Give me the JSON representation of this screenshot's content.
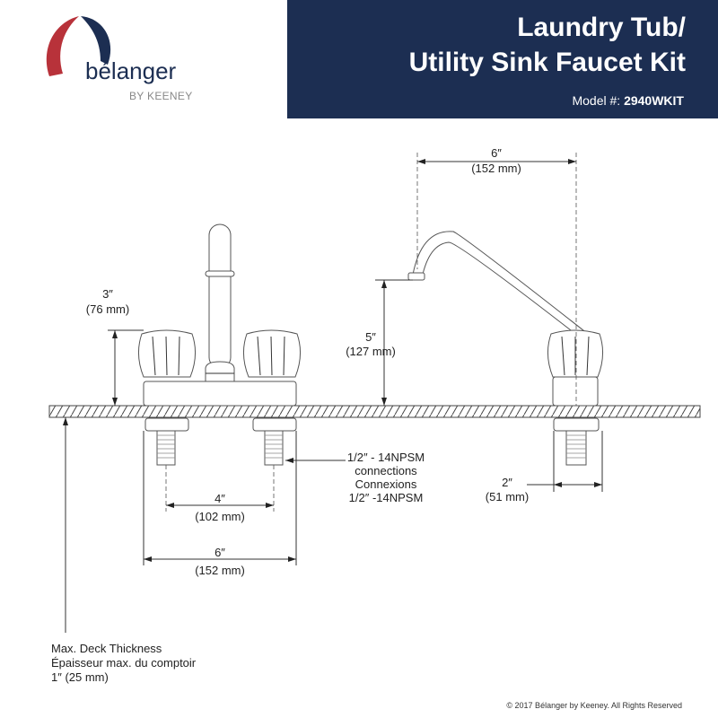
{
  "logo": {
    "brand": "bélanger",
    "sub": "BY KEENEY",
    "colors": {
      "red": "#b8323a",
      "navy": "#1c2e52"
    }
  },
  "header": {
    "title_line1": "Laundry Tub/",
    "title_line2": "Utility Sink Faucet Kit",
    "model_label": "Model #:",
    "model_value": "2940WKIT",
    "bg": "#1c2e52"
  },
  "dimensions": {
    "spout_reach": {
      "in": "6″",
      "mm": "(152 mm)"
    },
    "spout_height": {
      "in": "5″",
      "mm": "(127 mm)"
    },
    "handle_height": {
      "in": "3″",
      "mm": "(76 mm)"
    },
    "inner_centers": {
      "in": "4″",
      "mm": "(102 mm)"
    },
    "outer_centers": {
      "in": "6″",
      "mm": "(152 mm)"
    },
    "base_width": {
      "in": "2″",
      "mm": "(51 mm)"
    }
  },
  "connections": {
    "line1": "1/2″ - 14NPSM",
    "line2": "connections",
    "line3": "Connexions",
    "line4": "1/2″ -14NPSM"
  },
  "deck": {
    "line1": "Max. Deck Thickness",
    "line2": "Épaisseur max. du comptoir",
    "line3": "1″ (25 mm)"
  },
  "footer": {
    "copyright": "© 2017 Bélanger by Keeney. All Rights Reserved"
  }
}
